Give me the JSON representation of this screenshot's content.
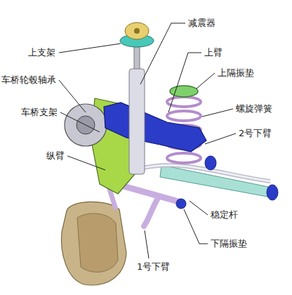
{
  "diagram": {
    "labels": [
      "上支架",
      "减震器",
      "上臂",
      "上隔振垫",
      "车桥轮毂轴承",
      "螺旋弹簧",
      "车桥支架",
      "2号下臂",
      "纵臂",
      "稳定杆",
      "下隔振垫",
      "1号下臂"
    ]
  }
}
